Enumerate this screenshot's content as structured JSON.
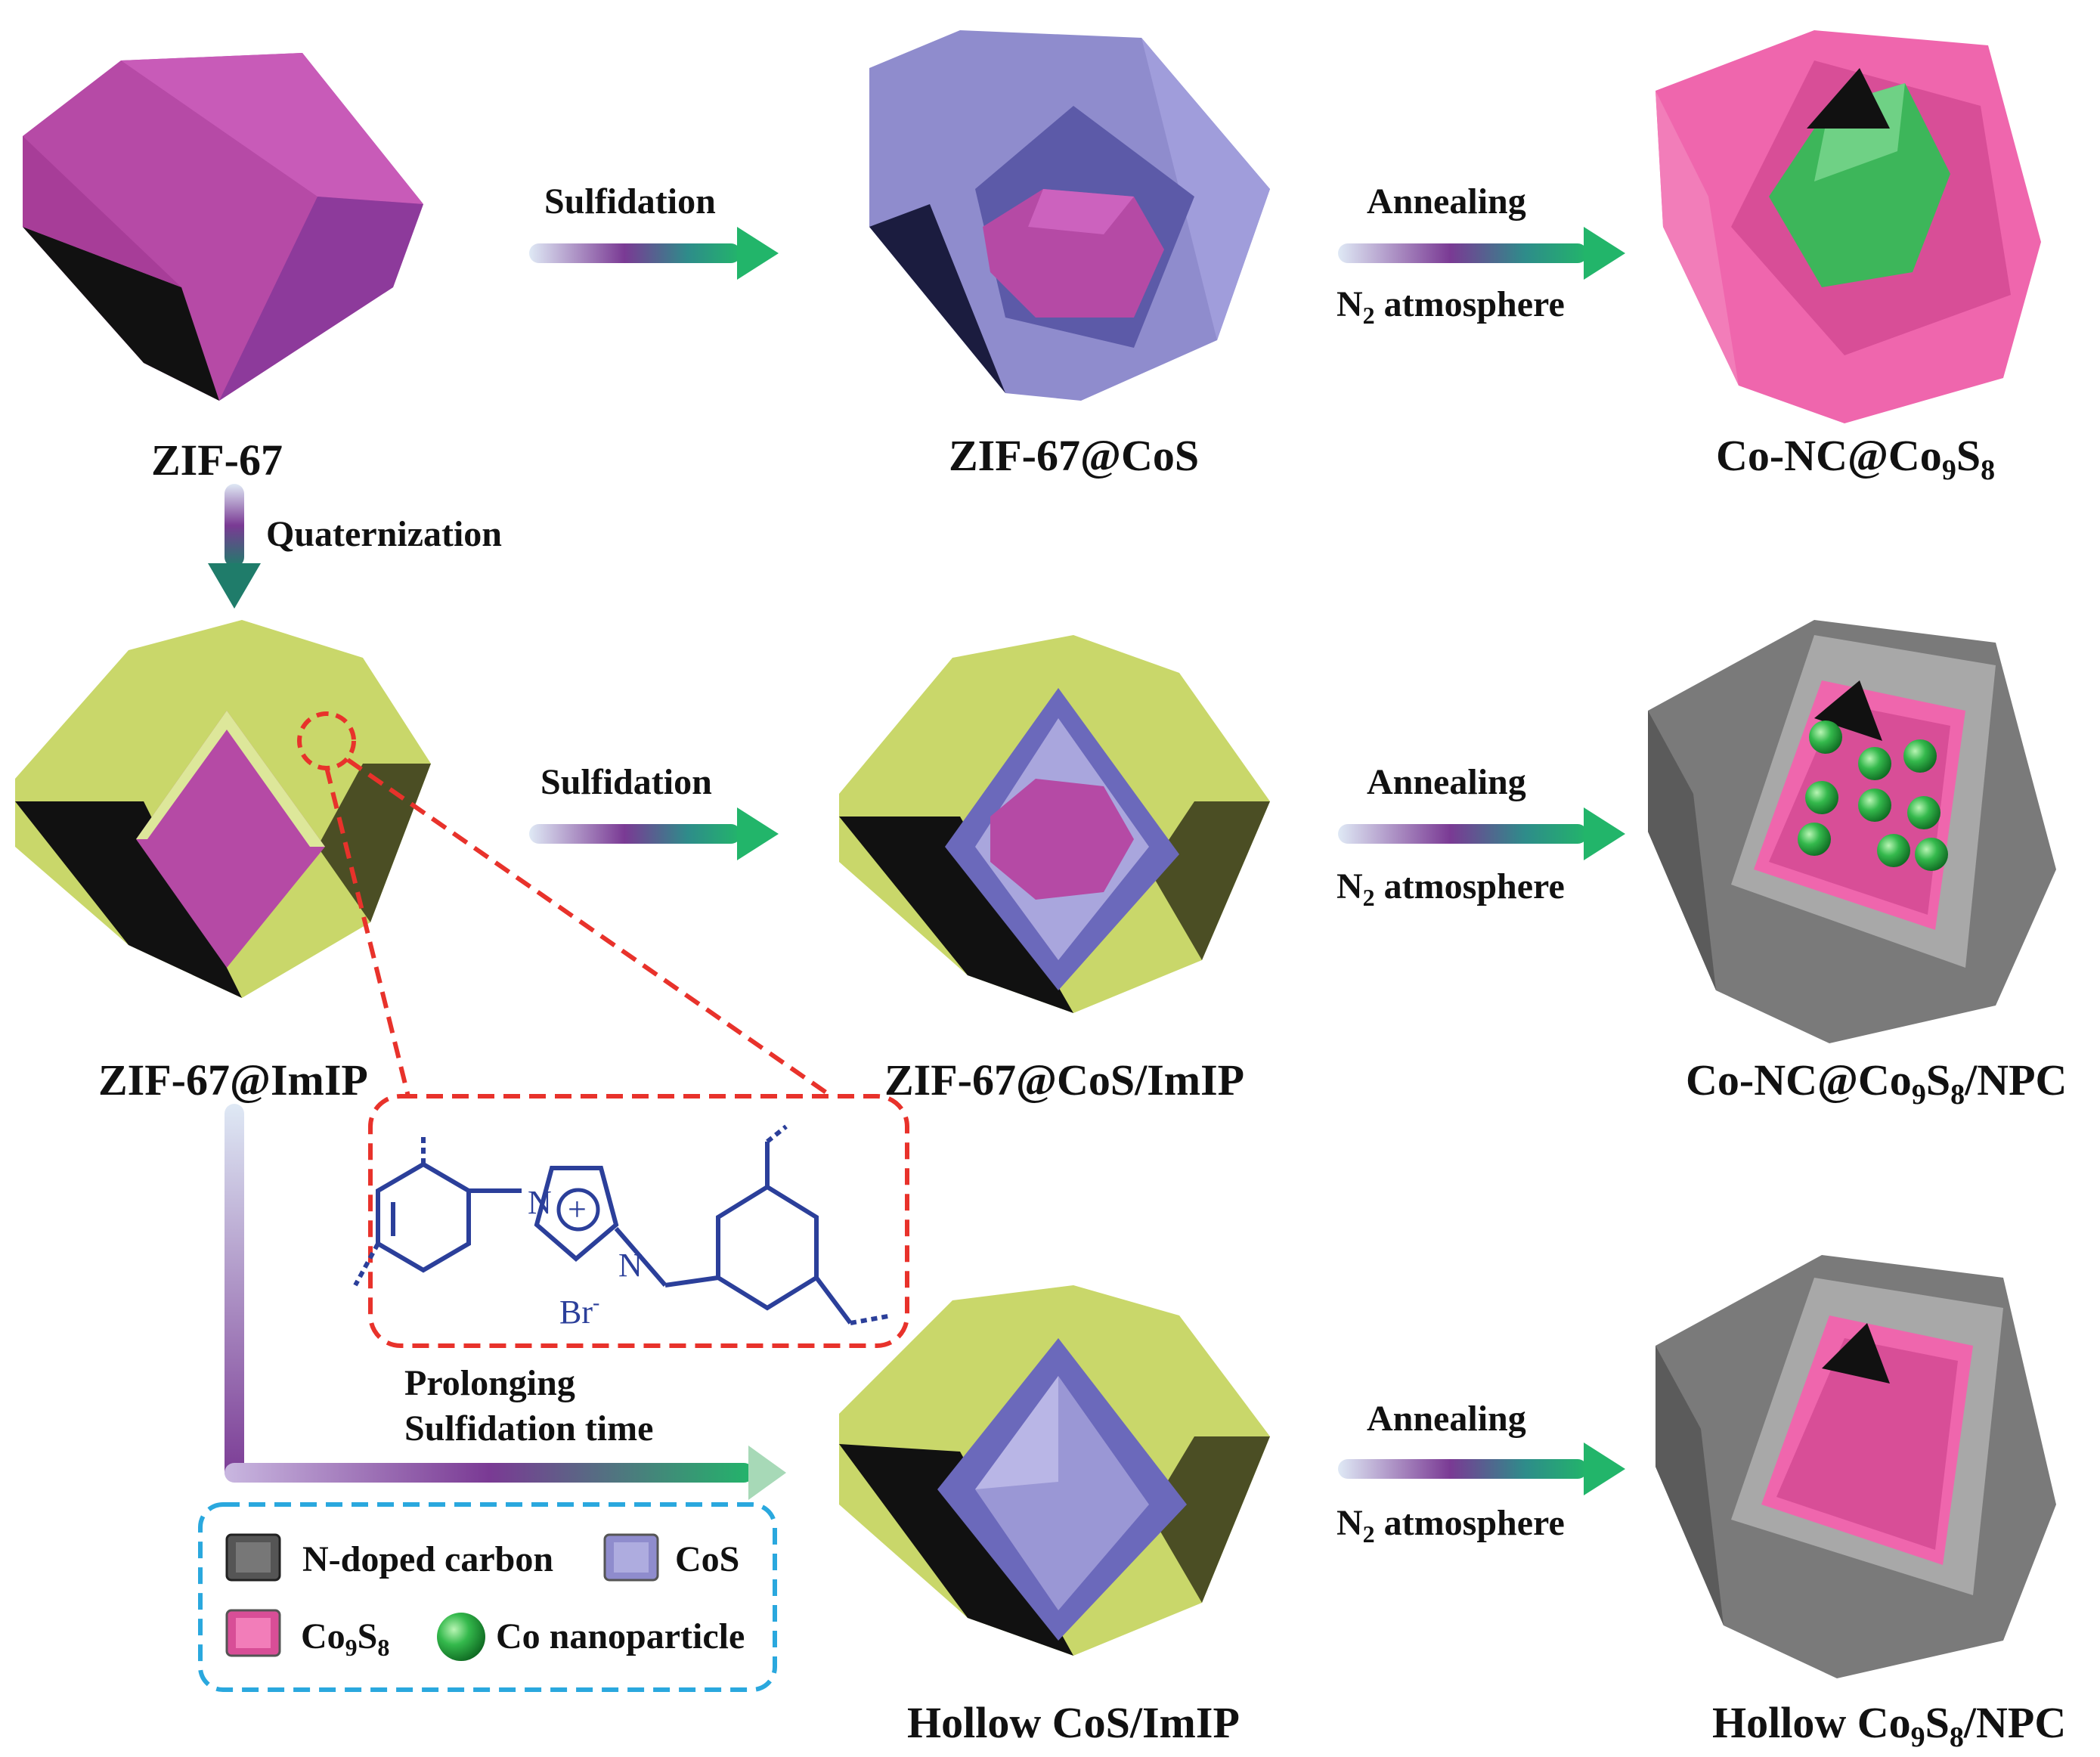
{
  "labels": {
    "zif67": "ZIF-67",
    "zif67_cos": "ZIF-67@CoS",
    "co_nc_co9s8": [
      "Co-NC@Co",
      "9",
      "S",
      "8"
    ],
    "zif67_imip": "ZIF-67@ImIP",
    "zif67_cos_imip": "ZIF-67@CoS/ImIP",
    "co_nc_co9s8_npc": [
      "Co-NC@Co",
      "9",
      "S",
      "8",
      "/NPC"
    ],
    "hollow_cos_imip": "Hollow CoS/ImIP",
    "hollow_co9s8_npc": [
      "Hollow Co",
      "9",
      "S",
      "8",
      "/NPC"
    ]
  },
  "arrows": {
    "sulfidation": "Sulfidation",
    "annealing": "Annealing",
    "n2_atmosphere": [
      "N",
      "2",
      " atmosphere"
    ],
    "quaternization": "Quaternization",
    "prolonging_1": "Prolonging",
    "prolonging_2": "Sulfidation time"
  },
  "chem_inset": {
    "n_left": "N",
    "n_right": "N",
    "plus": "+",
    "counter_ion": "Br",
    "counter_charge": "-"
  },
  "legend": {
    "n_doped_carbon": "N-doped carbon",
    "cos": "CoS",
    "co9s8": [
      "Co",
      "9",
      "S",
      "8"
    ],
    "co_nanoparticle": "Co nanoparticle"
  },
  "colors": {
    "zif67_magenta": "#b64aa6",
    "cos_lavender": "#8f8ccd",
    "co9s8_pink": "#ef66ad",
    "imip_yellowgreen": "#c9d76a",
    "n_doped_carbon_gray": "#777777",
    "co_green": "#2fb548",
    "arrow_start": "#d6e4f2",
    "arrow_mid": "#7b3b93",
    "arrow_end": "#1fb36a",
    "inset_red": "#e8322b",
    "legend_blue": "#2aa8de"
  }
}
